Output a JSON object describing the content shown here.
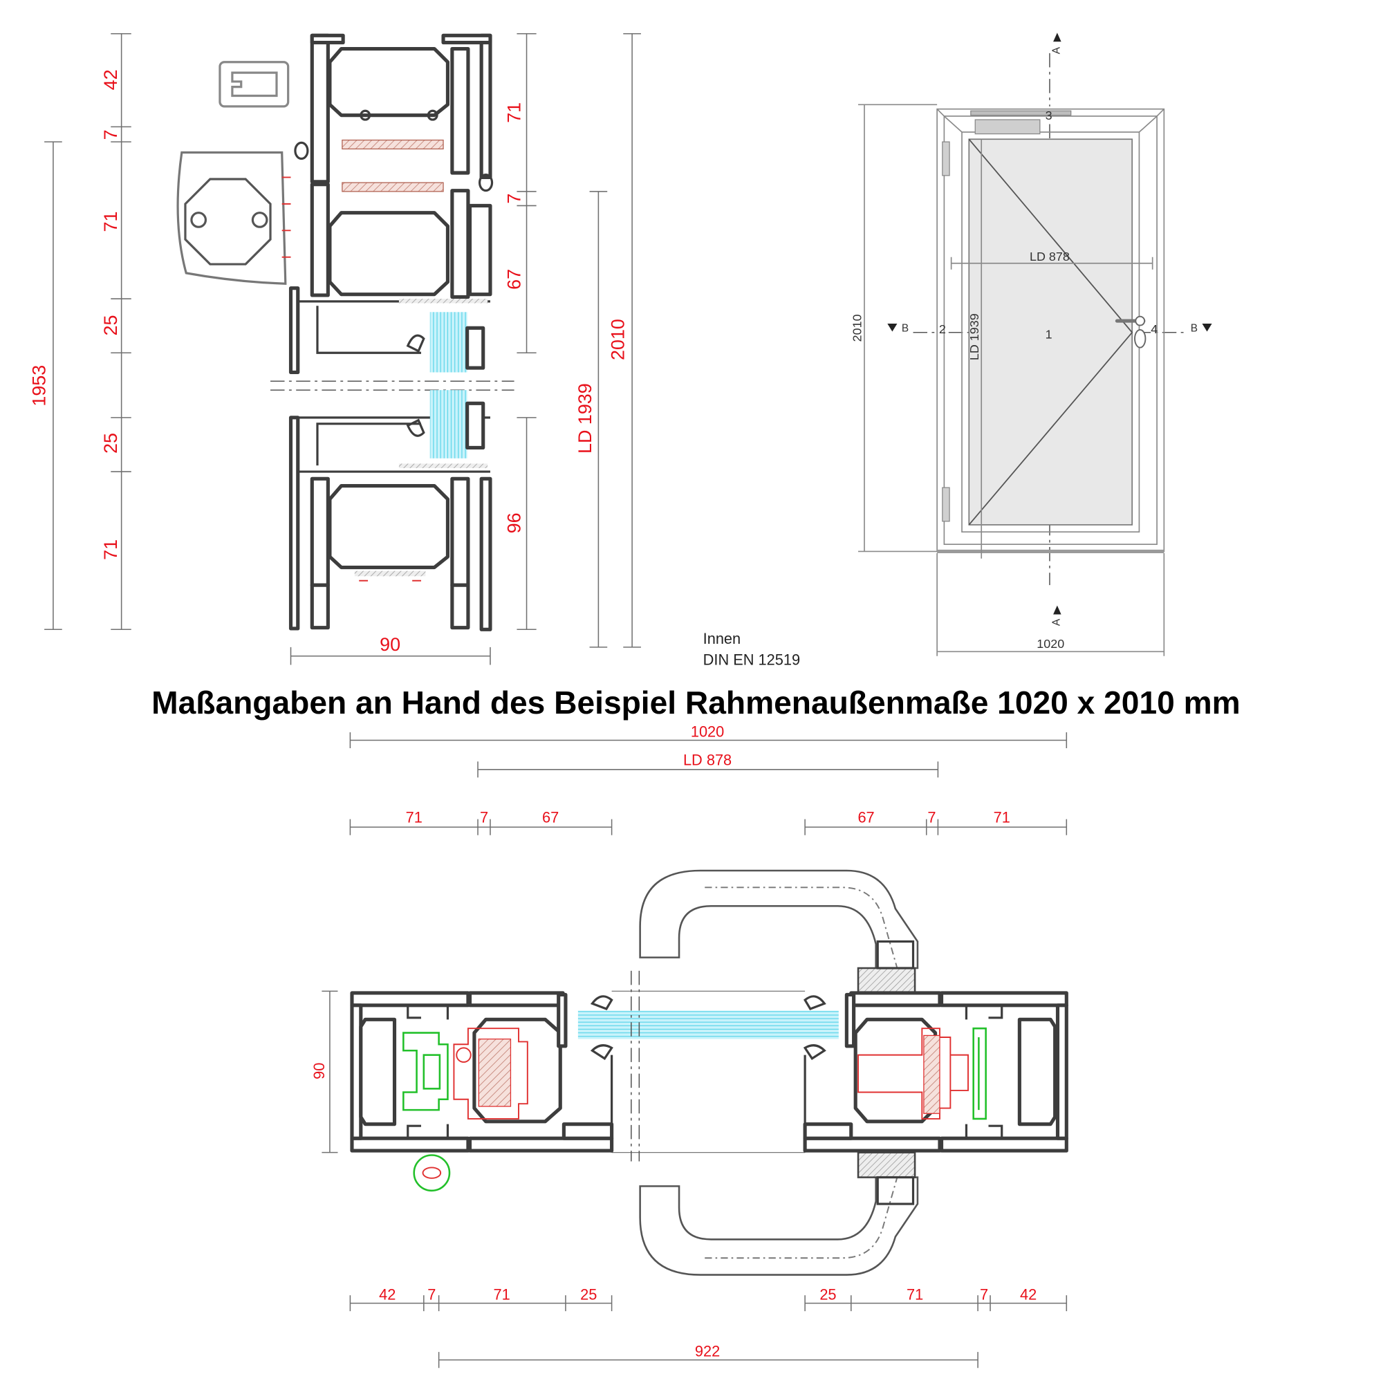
{
  "title": "Maßangaben an Hand des Beispiel Rahmenaußenmaße 1020 x 2010 mm",
  "note": {
    "line1": "Innen",
    "line2": "DIN EN 12519"
  },
  "vertical_section": {
    "left_dims": [
      "42",
      "7",
      "71",
      "25",
      "25",
      "71"
    ],
    "overall_left": "1953",
    "right_dims": [
      "71",
      "7",
      "67",
      "96"
    ],
    "clear_height": "LD 1939",
    "overall_right": "2010",
    "depth": "90"
  },
  "elevation": {
    "height": "2010",
    "width": "1020",
    "clear_width": "LD 878",
    "clear_height": "LD 1939",
    "labels": [
      "1",
      "2",
      "3",
      "4"
    ],
    "section_b": "B",
    "section_a": "A"
  },
  "horizontal_section": {
    "overall_width": "1020",
    "clear_width": "LD 878",
    "top_dims": [
      "71",
      "7",
      "67",
      "67",
      "7",
      "71"
    ],
    "depth": "90",
    "bottom_dims": [
      "42",
      "7",
      "71",
      "25",
      "25",
      "71",
      "7",
      "42"
    ],
    "sash_width": "922"
  },
  "colors": {
    "dimension": "#e8101a",
    "profile": "#3d3d3d",
    "glass": "#5fd6ea",
    "hardware_green": "#22c02a",
    "hardware_red": "#e03030"
  }
}
